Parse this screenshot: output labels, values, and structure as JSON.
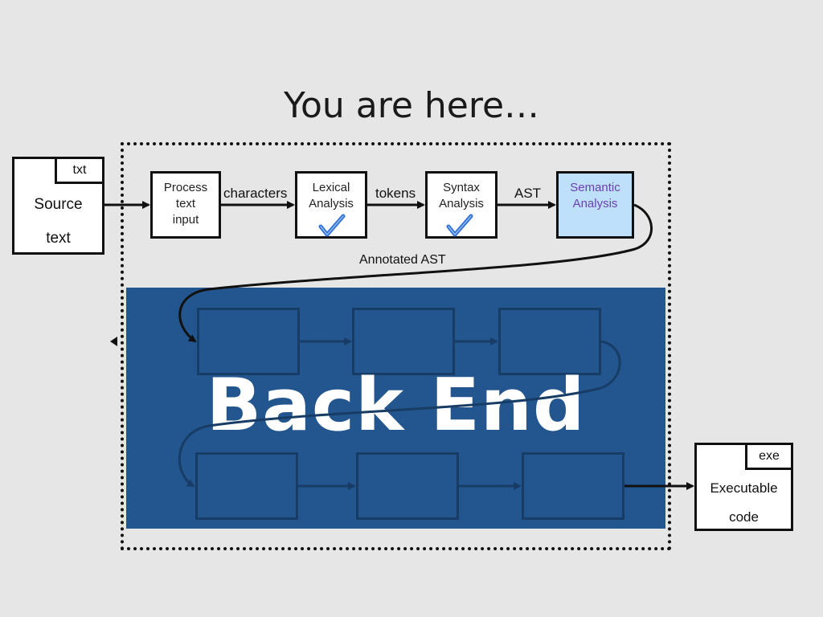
{
  "title": "You are here…",
  "source_file": {
    "tab": "txt",
    "line1": "Source",
    "line2": "text"
  },
  "output_file": {
    "tab": "exe",
    "line1": "Executable",
    "line2": "code"
  },
  "stages": [
    {
      "lines": [
        "Process",
        "text",
        "input"
      ]
    },
    {
      "lines": [
        "Lexical",
        "Analysis"
      ],
      "checked": true
    },
    {
      "lines": [
        "Syntax",
        "Analysis"
      ],
      "checked": true
    },
    {
      "lines": [
        "Semantic",
        "Analysis"
      ],
      "highlighted": true
    }
  ],
  "edge_labels": {
    "characters": "characters",
    "tokens": "tokens",
    "ast": "AST",
    "annotated": "Annotated AST"
  },
  "backend": {
    "label": "Back End"
  },
  "colors": {
    "background": "#e6e6e6",
    "backend_panel": "#23568e",
    "semantic_fill": "#bfe0fb",
    "semantic_text": "#6a3fb2",
    "check_blue": "#2f6fd6"
  }
}
